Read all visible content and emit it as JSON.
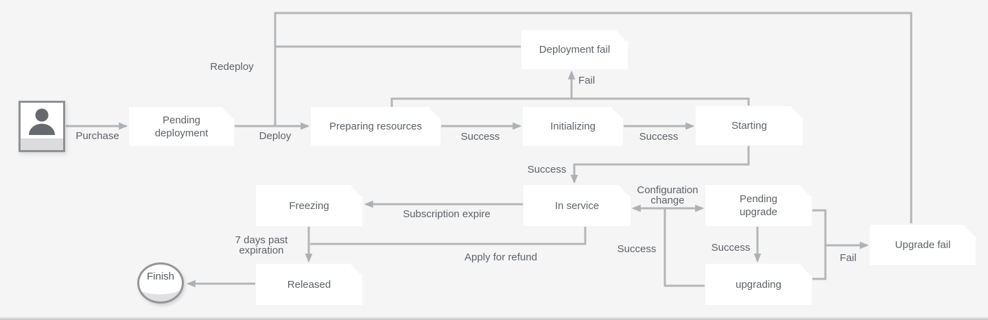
{
  "canvas": {
    "background_color": "#f5f5f6",
    "line_color": "#b3b5b7",
    "text_color": "#5d6166",
    "node_fill": "#ffffff"
  },
  "nodes": {
    "actor": {
      "icon": "person-icon"
    },
    "pending_deployment": {
      "label": "Pending deployment"
    },
    "preparing_resources": {
      "label": "Preparing resources"
    },
    "initializing": {
      "label": "Initializing"
    },
    "starting": {
      "label": "Starting"
    },
    "deployment_fail": {
      "label": "Deployment fail"
    },
    "in_service": {
      "label": "In service"
    },
    "pending_upgrade": {
      "label": "Pending upgrade"
    },
    "upgrading": {
      "label": "upgrading"
    },
    "upgrade_fail": {
      "label": "Upgrade fail"
    },
    "freezing": {
      "label": "Freezing"
    },
    "released": {
      "label": "Released"
    },
    "finish": {
      "label": "Finish"
    }
  },
  "edge_labels": {
    "purchase": "Purchase",
    "deploy": "Deploy",
    "redeploy": "Redeploy",
    "fail_deployment": "Fail",
    "success_preparing": "Success",
    "success_initializing": "Success",
    "success_starting": "Success",
    "subscription_expire": "Subscription expire",
    "seven_days_past_expiration": "7 days past expiration",
    "apply_for_refund": "Apply for refund",
    "configuration_change": "Configuration change",
    "success_upgrading_return": "Success",
    "success_pending_upgrade": "Success",
    "fail_upgrade": "Fail"
  }
}
